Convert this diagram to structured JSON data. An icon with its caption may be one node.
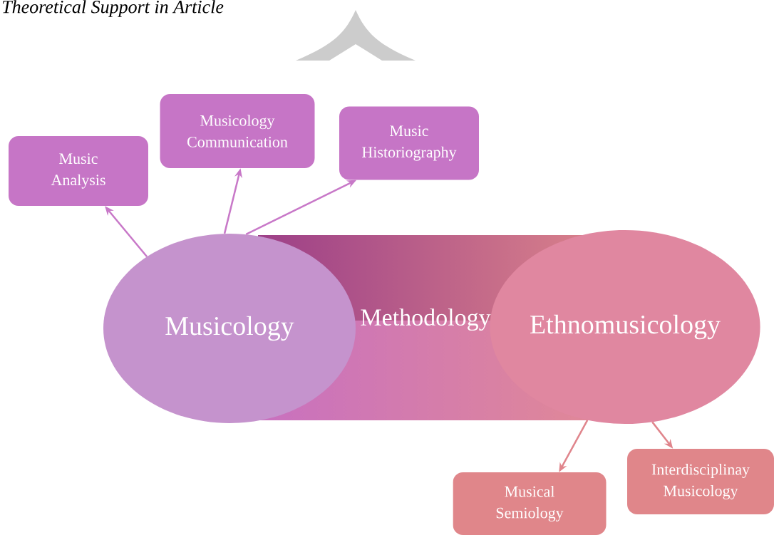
{
  "diagram": {
    "title": "Theoretical Support in Article",
    "nodes": [
      {
        "text": [
          "Music Analysis"
        ]
      },
      {
        "text": [
          "Musicology Communication"
        ]
      },
      {
        "text": [
          "Music Historiography"
        ]
      },
      {
        "text": [
          "Musicology"
        ]
      },
      {
        "text": [
          "Methodology"
        ]
      },
      {
        "text": [
          "Ethnomusicology"
        ]
      },
      {
        "text": [
          "Interdisciplinay Musicology"
        ]
      },
      {
        "text": [
          "Musical Semiology"
        ]
      }
    ],
    "edges": [
      {
        "from": 3,
        "to": 0,
        "arrow": "to"
      },
      {
        "from": 3,
        "to": 1,
        "arrow": "to"
      },
      {
        "from": 3,
        "to": 2,
        "arrow": "to"
      },
      {
        "from": 5,
        "to": 7,
        "arrow": "to",
        "color": "#e0858c"
      },
      {
        "from": 5,
        "to": 6,
        "arrow": "to",
        "color": "#e0858c"
      }
    ]
  }
}
